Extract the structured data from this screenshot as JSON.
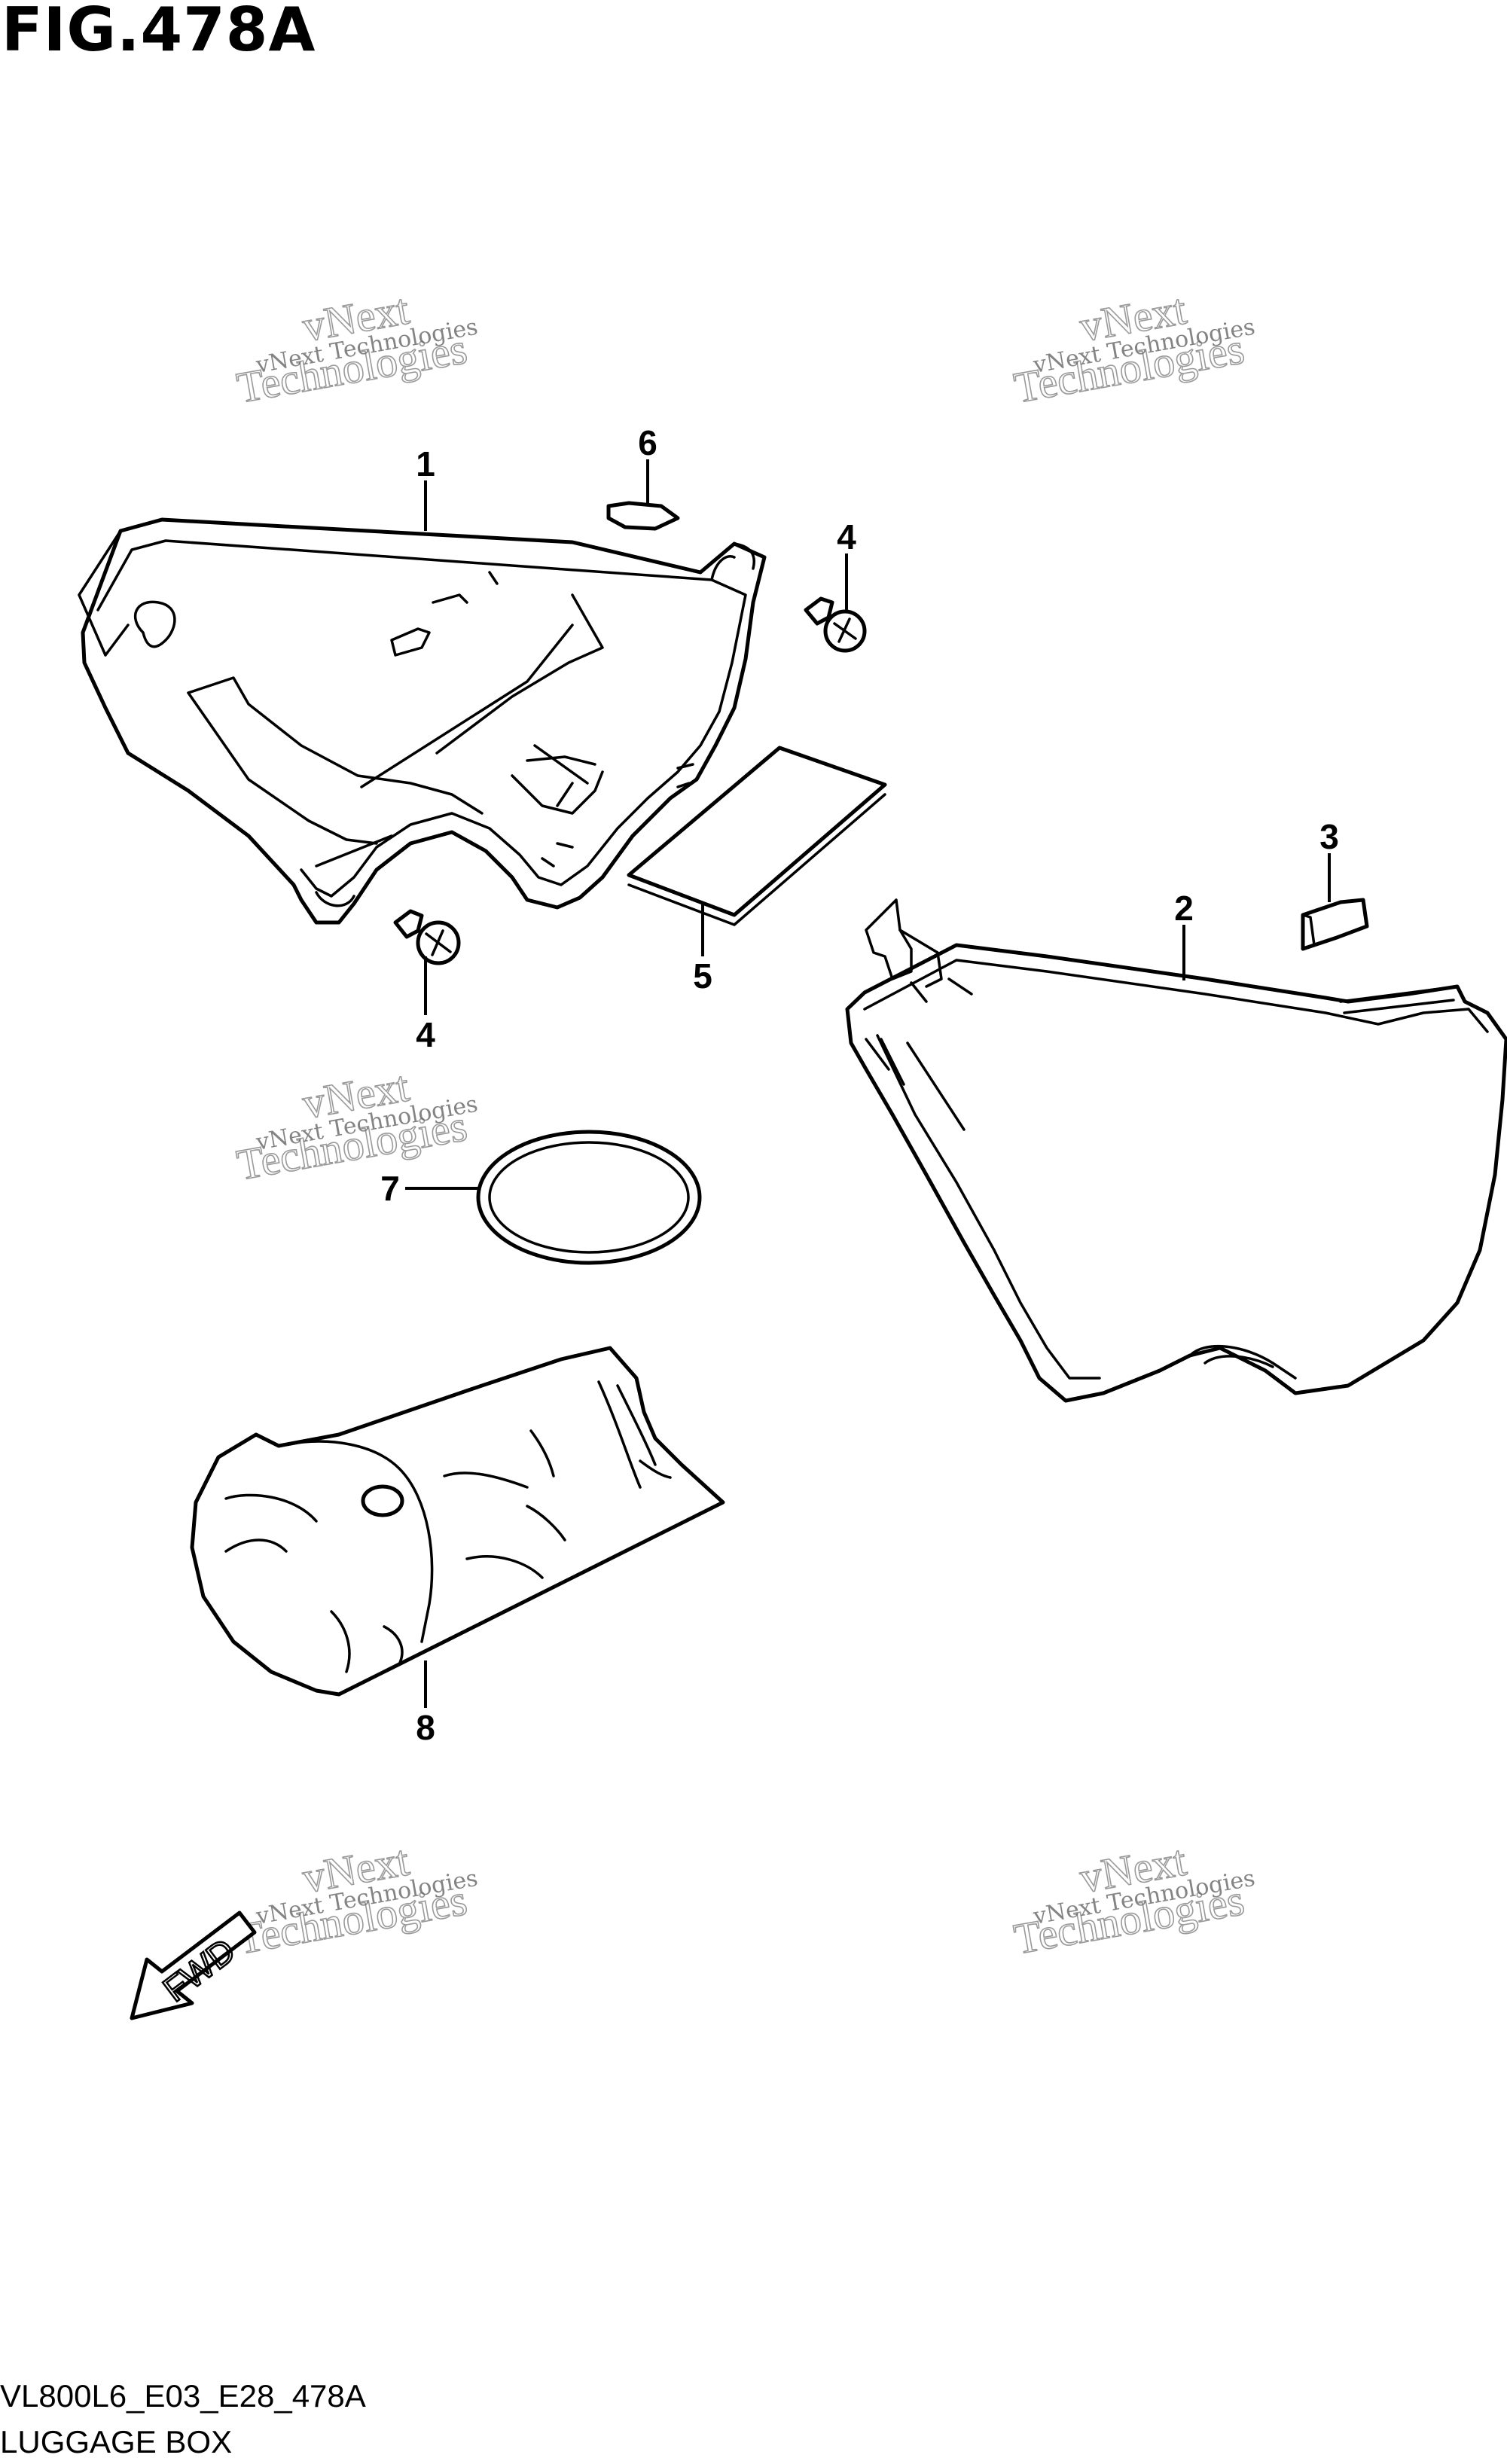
{
  "figure": {
    "title": "FIG.478A",
    "code": "VL800L6_E03_E28_478A",
    "name": "LUGGAGE BOX"
  },
  "callouts": [
    {
      "id": "1",
      "label": "1"
    },
    {
      "id": "2",
      "label": "2"
    },
    {
      "id": "3",
      "label": "3"
    },
    {
      "id": "4a",
      "label": "4"
    },
    {
      "id": "4b",
      "label": "4"
    },
    {
      "id": "5",
      "label": "5"
    },
    {
      "id": "6",
      "label": "6"
    },
    {
      "id": "7",
      "label": "7"
    },
    {
      "id": "8",
      "label": "8"
    }
  ],
  "watermark": {
    "small": "vNext Technologies",
    "big_line1": "vNext",
    "big_line2": "Technologies"
  },
  "direction_arrow": {
    "label": "FWD"
  }
}
